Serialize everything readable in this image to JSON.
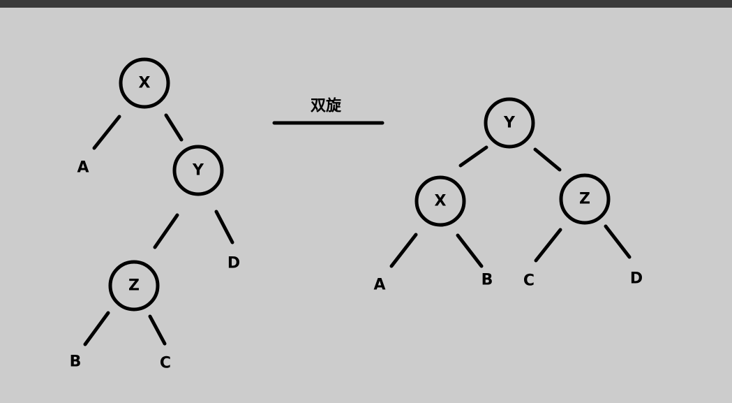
{
  "colors": {
    "background": "#cccccc",
    "top_bar": "#3a3a3a",
    "ink": "#000000"
  },
  "operation": {
    "label": "双旋"
  },
  "trees": {
    "before": {
      "nodes": [
        "X",
        "Y",
        "Z"
      ],
      "leaves": [
        "A",
        "D",
        "B",
        "C"
      ]
    },
    "after": {
      "nodes": [
        "Y",
        "X",
        "Z"
      ],
      "leaves": [
        "A",
        "B",
        "C",
        "D"
      ]
    }
  }
}
